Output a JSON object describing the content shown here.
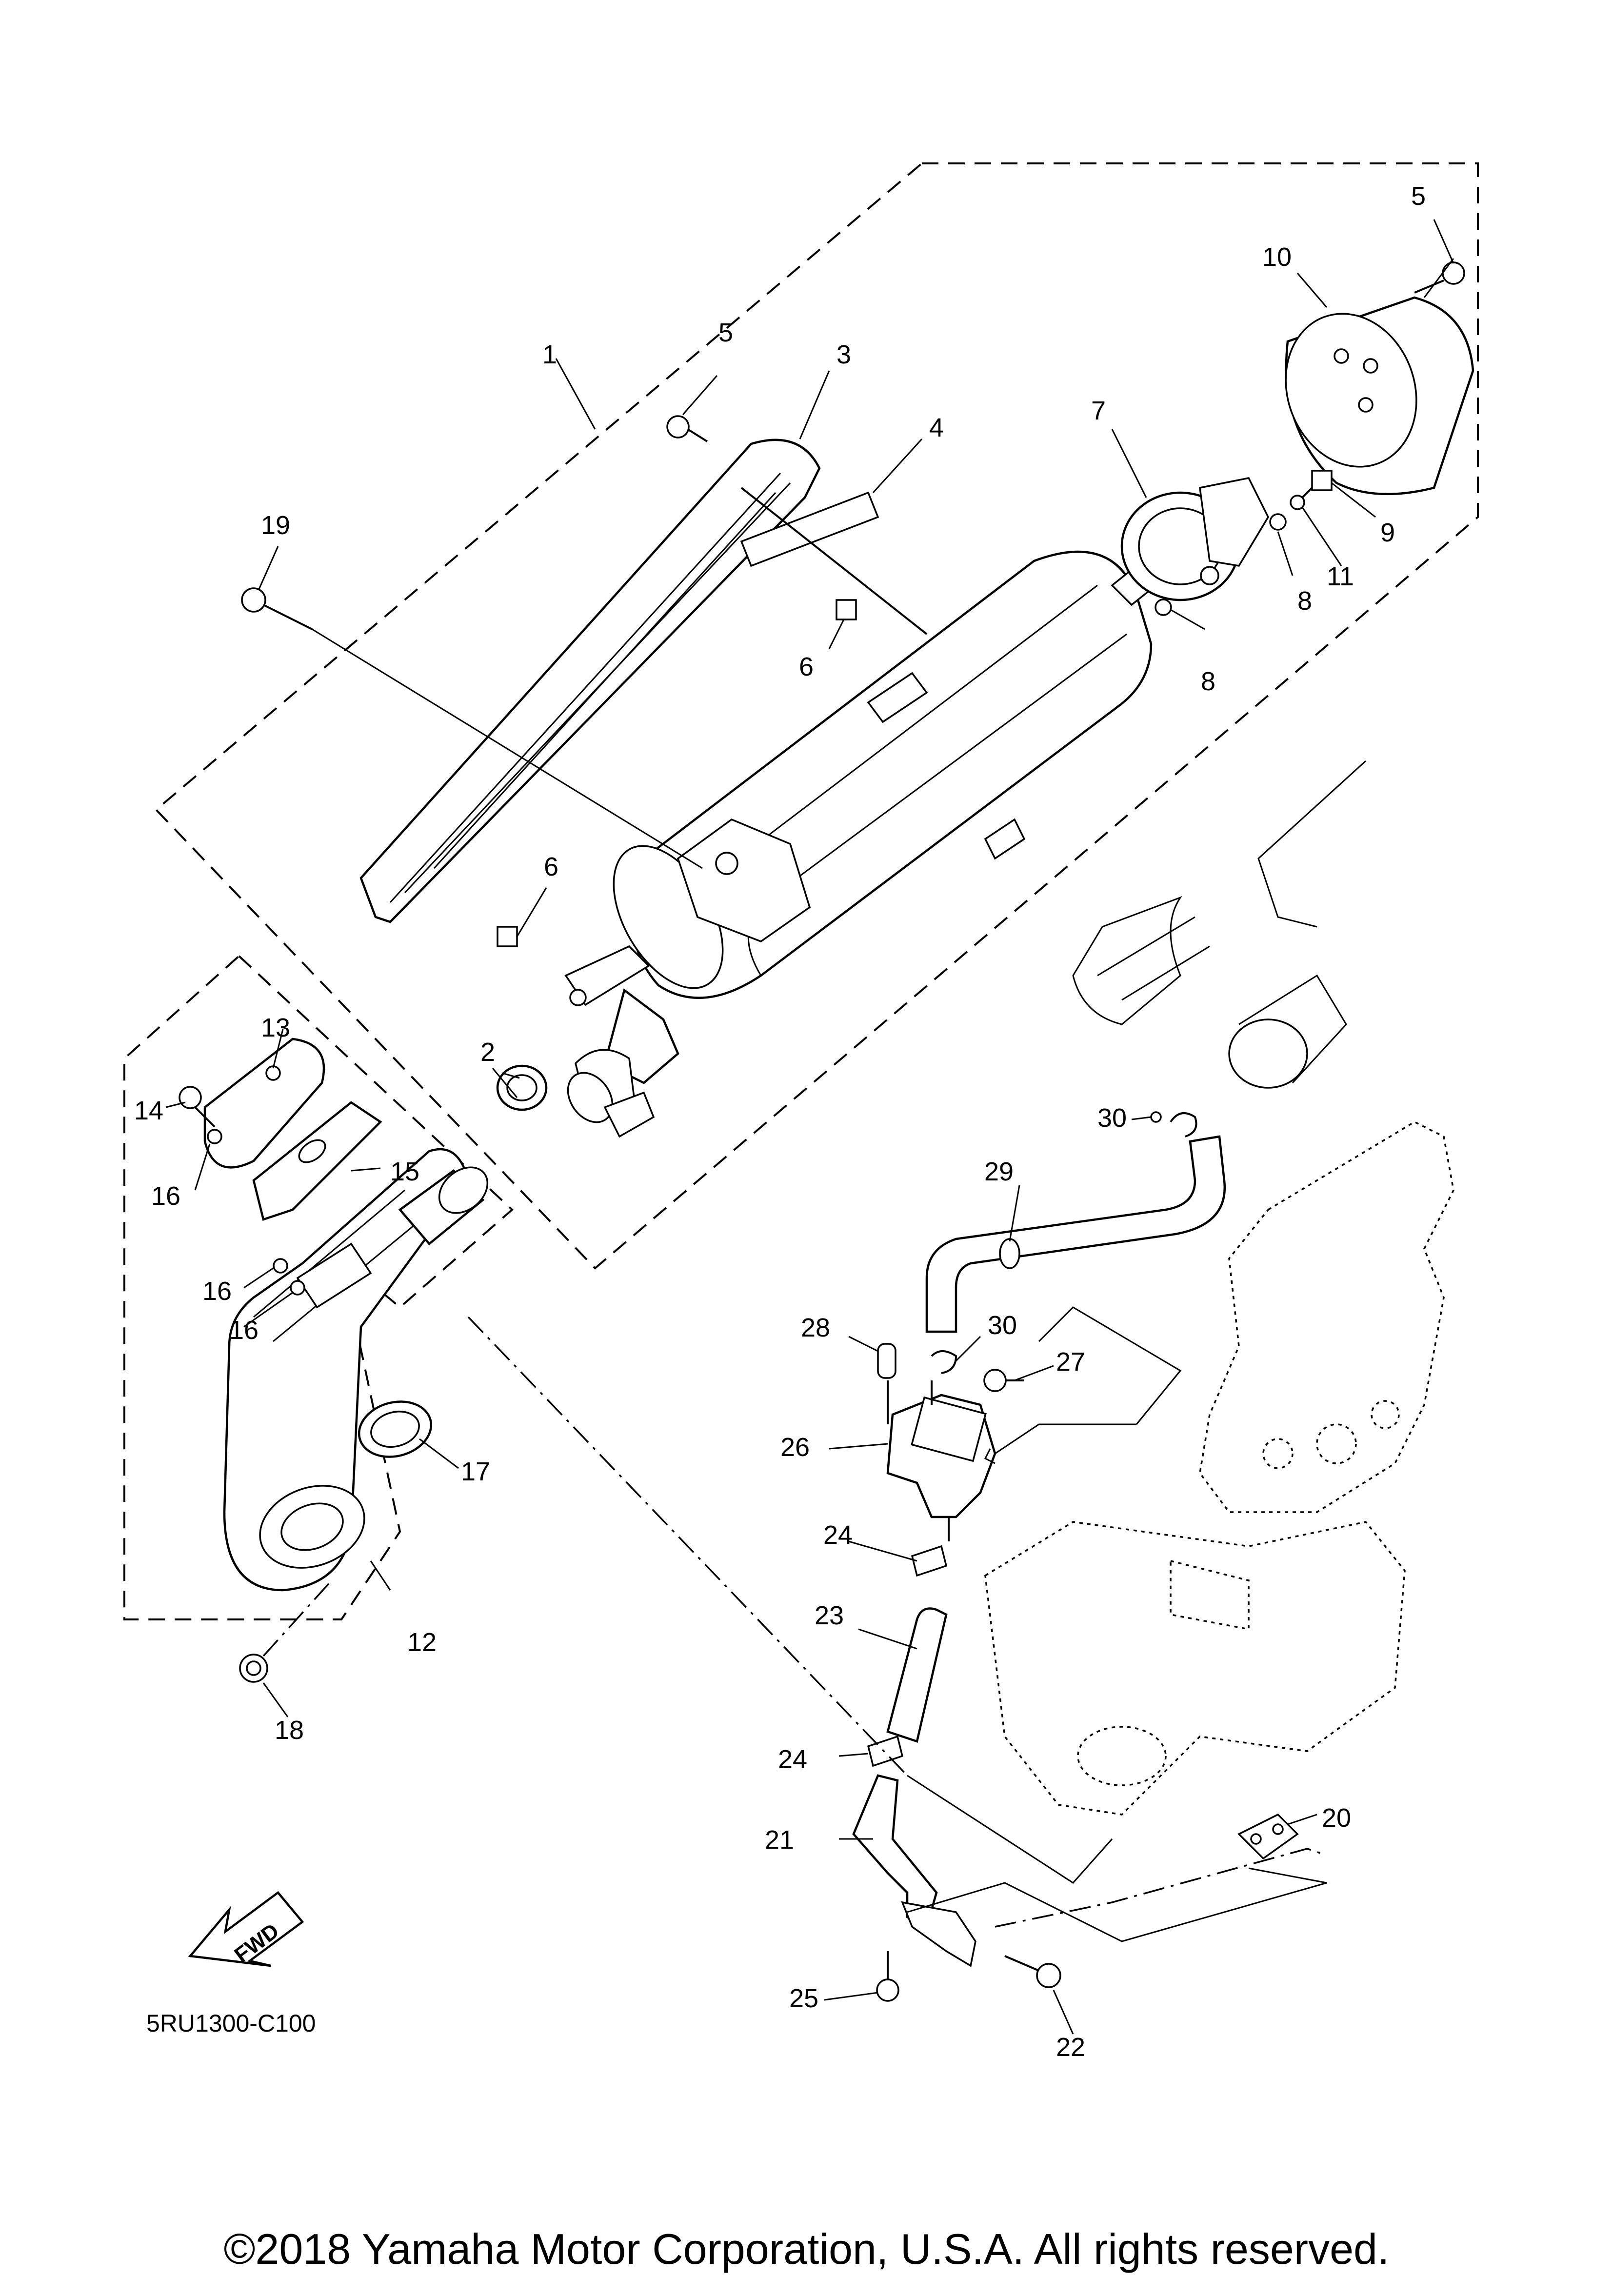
{
  "diagram_code": "5RU1300-C100",
  "fwd_label": "FWD",
  "copyright": "©2018 Yamaha Motor Corporation, U.S.A. All rights reserved.",
  "callouts": {
    "c1": "1",
    "c2": "2",
    "c3": "3",
    "c4": "4",
    "c5a": "5",
    "c5b": "5",
    "c6a": "6",
    "c6b": "6",
    "c7": "7",
    "c8a": "8",
    "c8b": "8",
    "c9": "9",
    "c10": "10",
    "c11": "11",
    "c12": "12",
    "c13": "13",
    "c14": "14",
    "c15": "15",
    "c16a": "16",
    "c16b": "16",
    "c16c": "16",
    "c17": "17",
    "c18": "18",
    "c19": "19",
    "c20": "20",
    "c21": "21",
    "c22": "22",
    "c23": "23",
    "c24a": "24",
    "c24b": "24",
    "c25": "25",
    "c26": "26",
    "c27": "27",
    "c28": "28",
    "c29": "29",
    "c30a": "30",
    "c30b": "30"
  }
}
